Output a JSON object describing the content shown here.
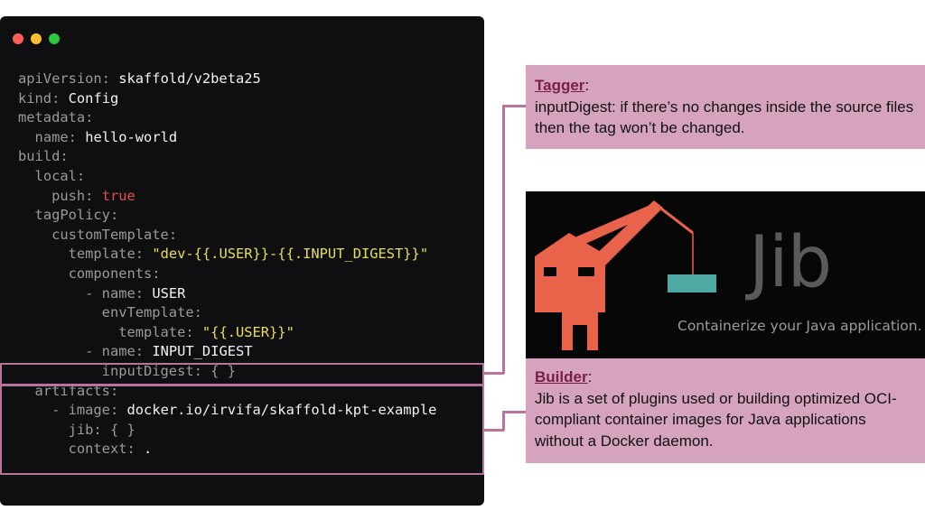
{
  "colors": {
    "window_bg": "#0f0f12",
    "key": "#9a9a9a",
    "value": "#f2f2f2",
    "string": "#e8de58",
    "bool": "#e64d4d",
    "highlight": "#b9749d",
    "callout_bg": "#d5a3be",
    "callout_title": "#7a1e48",
    "crane": "#e8634a",
    "container": "#4fa9a3"
  },
  "window": {
    "dots": [
      "close-dot-red #ff5f57",
      "minimize-dot-yellow #febc2e",
      "maximize-dot-green #28c840"
    ]
  },
  "code": {
    "lines": [
      {
        "indent": "",
        "key": "apiVersion",
        "value": "skaffold/v2beta25",
        "type": "v"
      },
      {
        "indent": "",
        "key": "kind",
        "value": "Config",
        "type": "v"
      },
      {
        "indent": "",
        "key": "metadata",
        "value": "",
        "type": "v"
      },
      {
        "indent": "  ",
        "key": "name",
        "value": "hello-world",
        "type": "v"
      },
      {
        "indent": "",
        "key": "build",
        "value": "",
        "type": "v"
      },
      {
        "indent": "  ",
        "key": "local",
        "value": "",
        "type": "v"
      },
      {
        "indent": "    ",
        "key": "push",
        "value": "true",
        "type": "b"
      },
      {
        "indent": "  ",
        "key": "tagPolicy",
        "value": "",
        "type": "v"
      },
      {
        "indent": "    ",
        "key": "customTemplate",
        "value": "",
        "type": "v"
      },
      {
        "indent": "      ",
        "key": "template",
        "value": "\"dev-{{.USER}}-{{.INPUT_DIGEST}}\"",
        "type": "s"
      },
      {
        "indent": "      ",
        "key": "components",
        "value": "",
        "type": "v"
      },
      {
        "indent": "        - ",
        "key": "name",
        "value": "USER",
        "type": "v"
      },
      {
        "indent": "          ",
        "key": "envTemplate",
        "value": "",
        "type": "v"
      },
      {
        "indent": "            ",
        "key": "template",
        "value": "\"{{.USER}}\"",
        "type": "s"
      },
      {
        "indent": "        - ",
        "key": "name",
        "value": "INPUT_DIGEST",
        "type": "v"
      },
      {
        "indent": "          ",
        "key": "inputDigest",
        "value": "{ }",
        "type": "k"
      },
      {
        "indent": "  ",
        "key": "artifacts",
        "value": "",
        "type": "v"
      },
      {
        "indent": "    - ",
        "key": "image",
        "value": "docker.io/irvifa/skaffold-kpt-example",
        "type": "v"
      },
      {
        "indent": "      ",
        "key": "jib",
        "value": "{ }",
        "type": "k"
      },
      {
        "indent": "      ",
        "key": "context",
        "value": ".",
        "type": "v"
      }
    ]
  },
  "tagger": {
    "title": "Tagger",
    "text": "inputDigest: if there’s no changes inside the source files then the tag won’t be changed."
  },
  "builder": {
    "title": "Builder",
    "text": "Jib is a set of plugins used or building optimized OCI-compliant container images for Java applications without a Docker daemon."
  },
  "jib_banner": {
    "logo_icon": "crane-icon",
    "word": "Jib",
    "tagline": "Containerize your Java application."
  }
}
